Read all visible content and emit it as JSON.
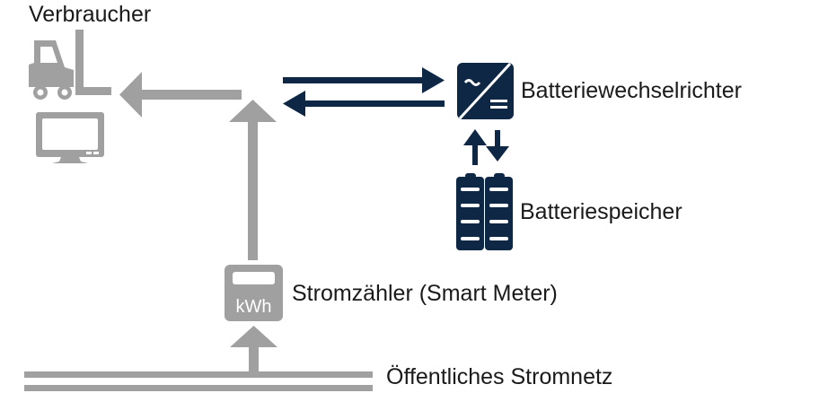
{
  "labels": {
    "consumer": "Verbraucher",
    "inverter": "Batteriewechselrichter",
    "storage": "Batteriespeicher",
    "meter": "Stromzähler (Smart Meter)",
    "grid": "Öffentliches Stromnetz",
    "meter_unit": "kWh"
  },
  "colors": {
    "gray": "#a0a0a0",
    "navy": "#0d2744",
    "text": "#1a1a1a"
  }
}
